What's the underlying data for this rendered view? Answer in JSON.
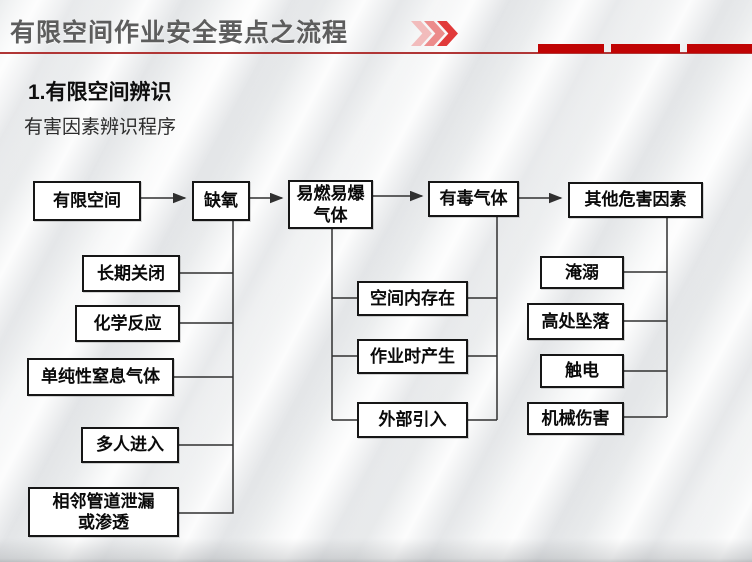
{
  "header": {
    "title": "有限空间作业安全要点之流程",
    "chevrons_icon": "triple-chevron-right",
    "accent_color": "#c00404",
    "underline_color": "#b03636"
  },
  "section": {
    "heading": "1.有限空间辨识",
    "subheading": "有害因素辨识程序"
  },
  "flowchart": {
    "nodes": {
      "limited_space": "有限空间",
      "lack_oxygen": "缺氧",
      "flammable_explosive_gas": "易燃易爆\n气体",
      "toxic_gas": "有毒气体",
      "other_hazards": "其他危害因素",
      "long_term_closed": "长期关闭",
      "chemical_reaction": "化学反应",
      "simple_asphyxiant_gas": "单纯性窒息气体",
      "multiple_entrants": "多人进入",
      "adjacent_pipeline_leak": "相邻管道泄漏\n或渗透",
      "exists_in_space": "空间内存在",
      "produced_during_work": "作业时产生",
      "external_introduction": "外部引入",
      "drowning": "淹溺",
      "fall_from_height": "高处坠落",
      "electric_shock": "触电",
      "mechanical_injury": "机械伤害"
    },
    "structure": {
      "main_flow": [
        "limited_space",
        "lack_oxygen",
        "flammable_explosive_gas",
        "toxic_gas",
        "other_hazards"
      ],
      "children_of_lack_oxygen": [
        "long_term_closed",
        "chemical_reaction",
        "simple_asphyxiant_gas",
        "multiple_entrants",
        "adjacent_pipeline_leak"
      ],
      "children_shared_by_flammable_and_toxic": [
        "exists_in_space",
        "produced_during_work",
        "external_introduction"
      ],
      "children_of_other_hazards": [
        "drowning",
        "fall_from_height",
        "electric_shock",
        "mechanical_injury"
      ]
    },
    "colors": {
      "node_border": "#161616",
      "node_fill": "#ffffff",
      "connector": "#303030"
    }
  }
}
